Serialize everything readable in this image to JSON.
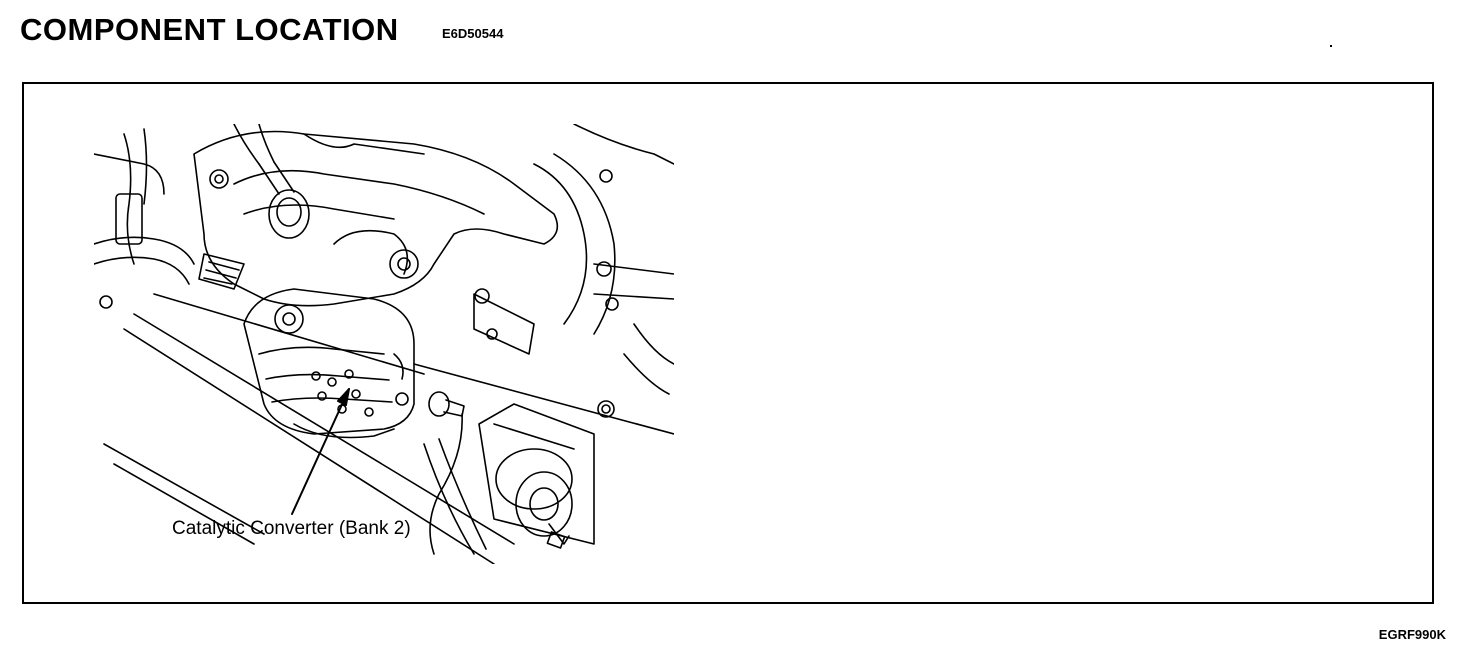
{
  "header": {
    "title": "COMPONENT LOCATION",
    "doc_code": "E6D50544"
  },
  "figure": {
    "callout_label": "Catalytic Converter (Bank 2)",
    "figure_code": "EGRF990K"
  }
}
